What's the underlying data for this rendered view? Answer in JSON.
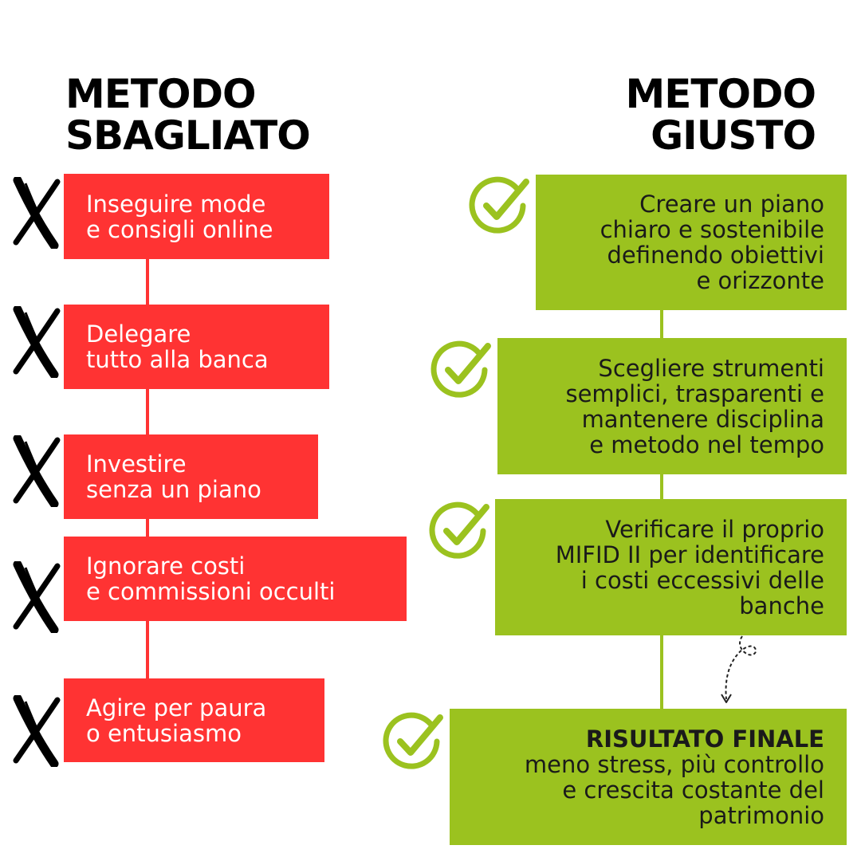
{
  "left": {
    "title_lines": [
      "METODO",
      "SBAGLIATO"
    ],
    "items": [
      {
        "lines": [
          "Inseguire mode",
          "e consigli online"
        ]
      },
      {
        "lines": [
          "Delegare",
          "tutto alla banca"
        ]
      },
      {
        "lines": [
          "Investire",
          "senza un piano"
        ]
      },
      {
        "lines": [
          "Ignorare costi",
          "e commissioni occulti"
        ]
      },
      {
        "lines": [
          "Agire per paura",
          "o entusiasmo"
        ]
      }
    ],
    "icon": "x-mark-icon",
    "color": "#ff3333"
  },
  "right": {
    "title_lines": [
      "METODO",
      "GIUSTO"
    ],
    "items": [
      {
        "lines": [
          "Creare un piano",
          "chiaro e sostenibile",
          "definendo obiettivi",
          "e orizzonte"
        ]
      },
      {
        "lines": [
          "Scegliere strumenti",
          "semplici, trasparenti e",
          "mantenere disciplina",
          "e metodo nel tempo"
        ]
      },
      {
        "lines": [
          "Verificare il proprio",
          "MIFID II per identificare",
          "i costi eccessivi delle",
          "banche"
        ]
      }
    ],
    "final": {
      "heading": "RISULTATO FINALE",
      "lines": [
        "meno stress, più controllo",
        "e crescita costante del",
        "patrimonio"
      ]
    },
    "icon": "check-circle-icon",
    "color": "#9bc21f"
  }
}
